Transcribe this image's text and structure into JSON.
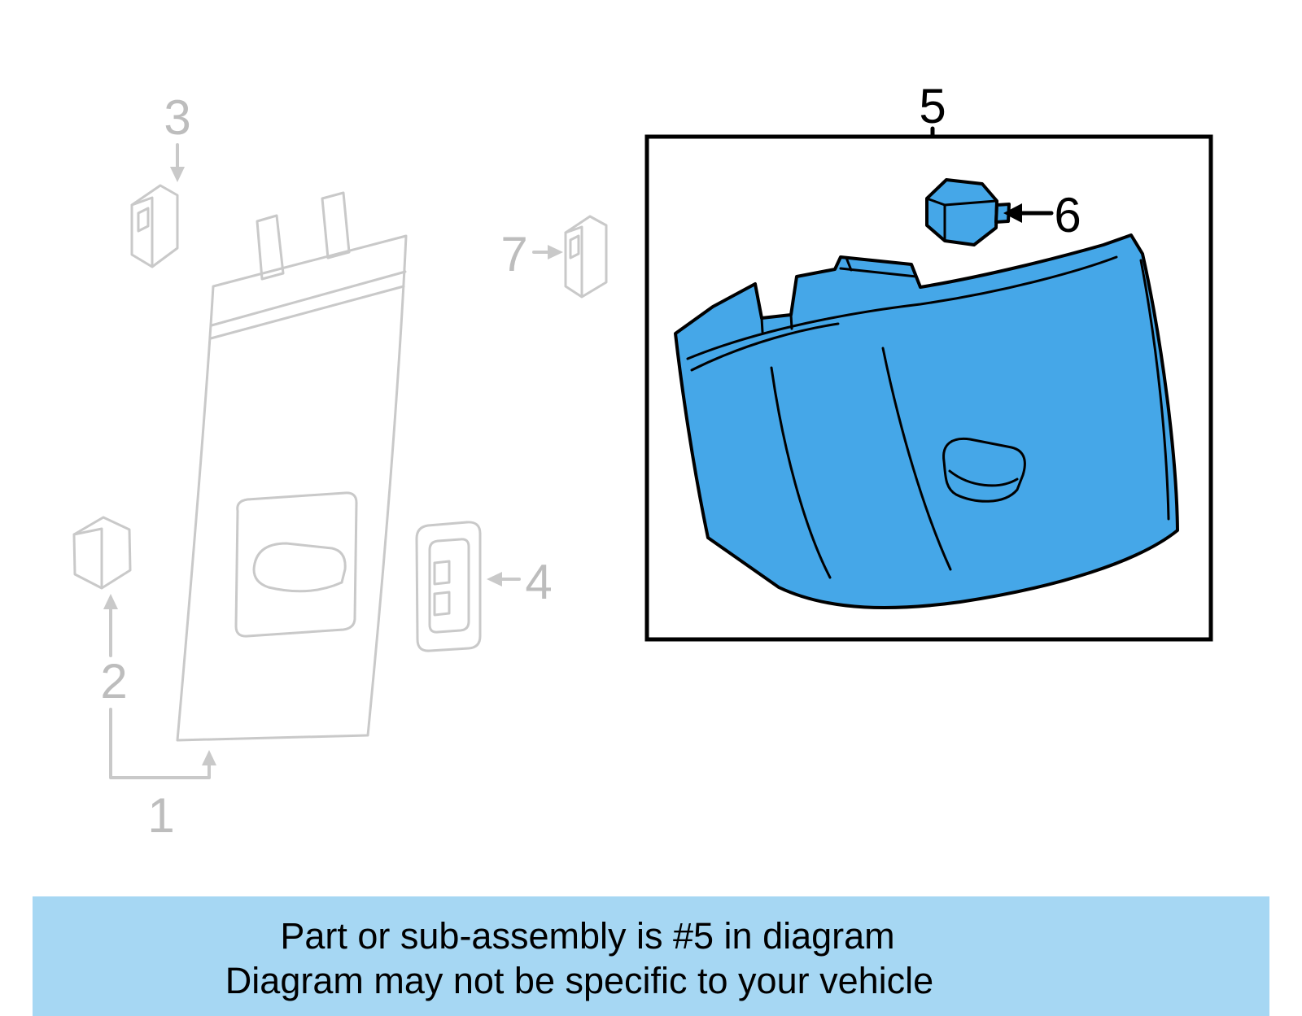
{
  "callouts": {
    "n1": "1",
    "n2": "2",
    "n3": "3",
    "n4": "4",
    "n5": "5",
    "n6": "6",
    "n7": "7"
  },
  "banner": {
    "line1": "Part or sub-assembly is #5 in diagram",
    "line2": "Diagram may not be specific to your vehicle",
    "background": "#A6D7F3",
    "text_color": "#000000"
  },
  "highlight": {
    "part_fill": "#45A7E8",
    "part_outline": "#000000"
  },
  "faded": {
    "stroke": "#C9C9C9",
    "label_color": "#BDBDBD"
  }
}
